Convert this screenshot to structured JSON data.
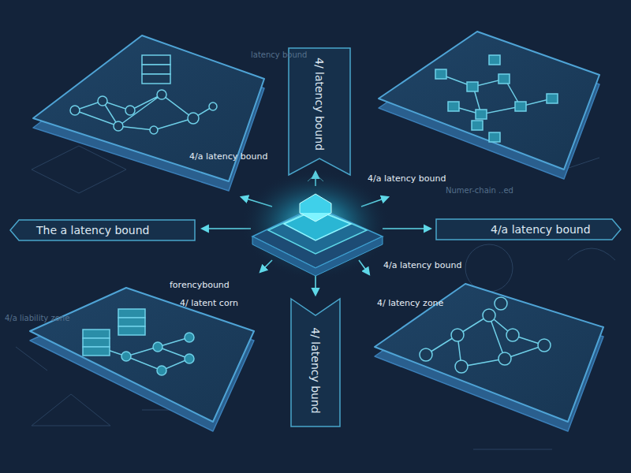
{
  "diagram": {
    "nodes": [
      {
        "text": [
          "4/ latency bound"
        ]
      },
      {
        "text": [
          "The a latency bound"
        ]
      },
      {
        "text": [
          "4/a latency bound"
        ]
      },
      {
        "text": [
          "4/ latency bund"
        ]
      }
    ],
    "labels": [
      "latency bound",
      "4/a latency bound",
      "4/a latency bound",
      "Numer-chain ..ed",
      "4/a liability zone",
      "forencybound",
      "4/ latent corn",
      "4/a latency bound",
      "4/ latency zone"
    ]
  }
}
